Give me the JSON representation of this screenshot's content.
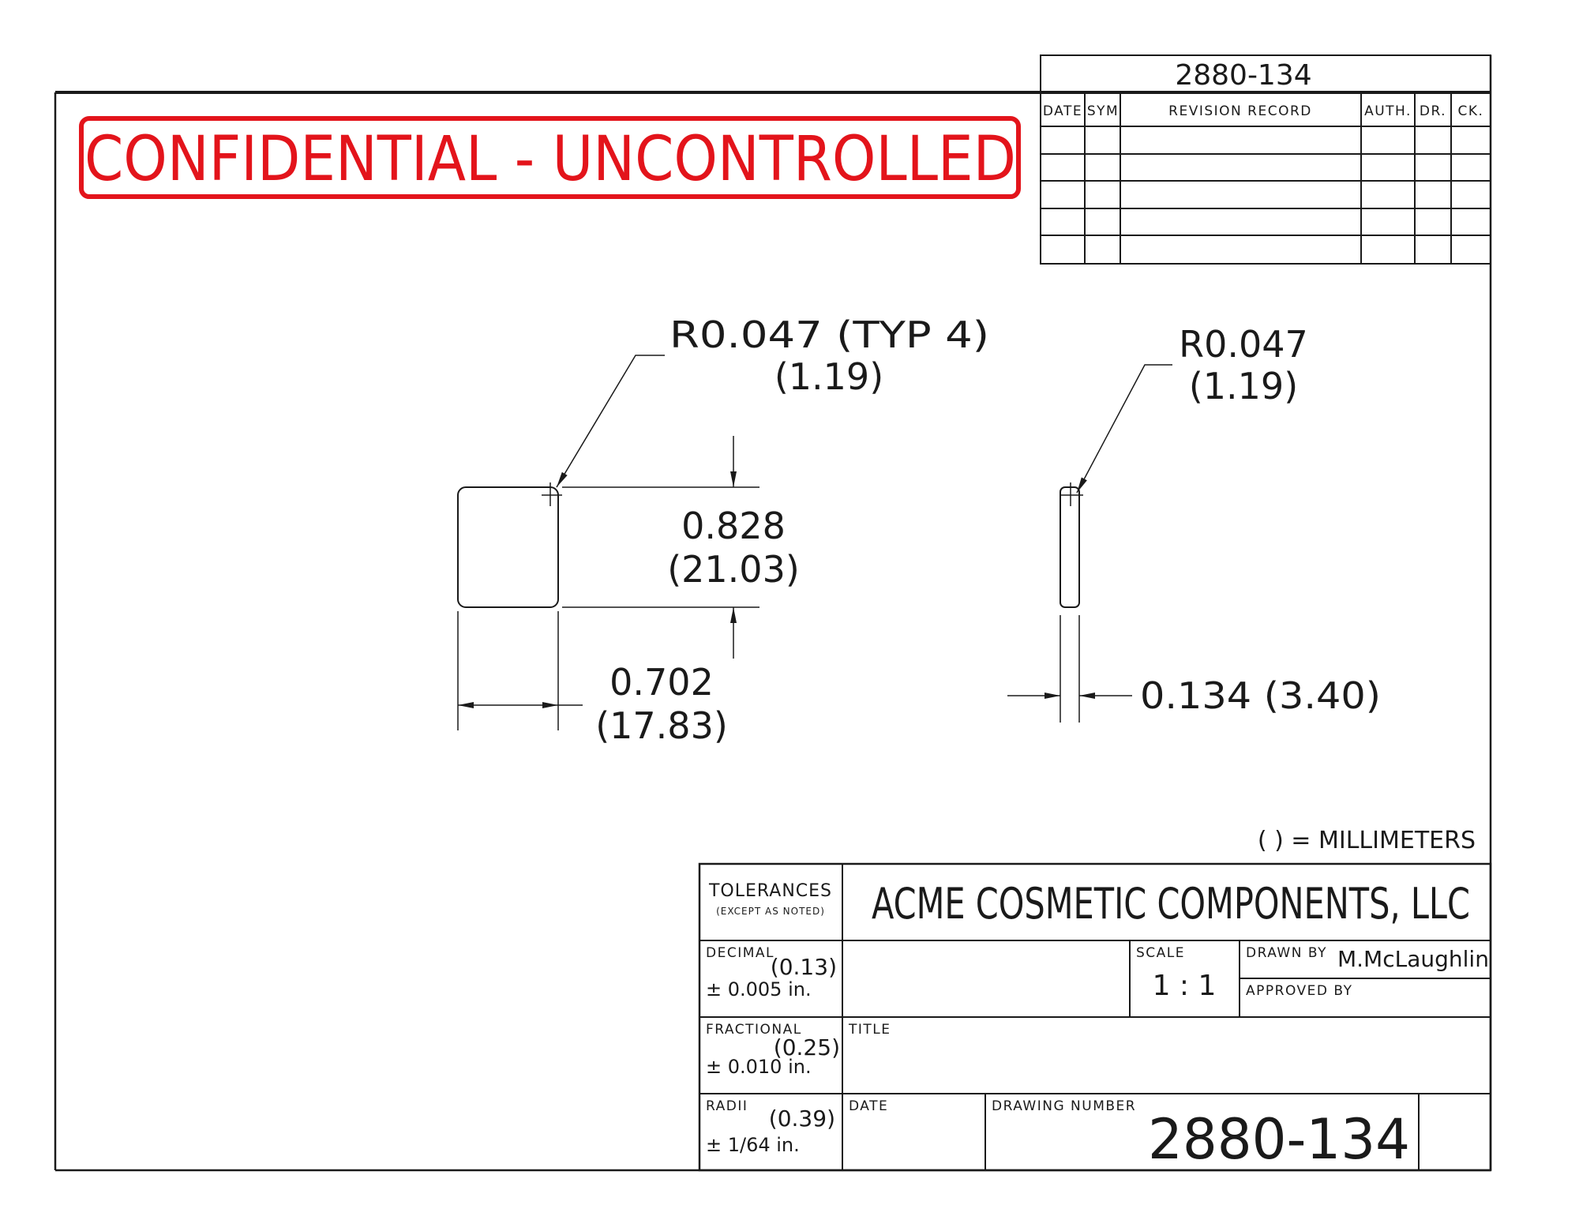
{
  "stamp": {
    "text": "CONFIDENTIAL - UNCONTROLLED",
    "color": "#e3141b"
  },
  "revision_block": {
    "drawing_number": "2880-134",
    "columns": [
      "DATE",
      "SYM",
      "REVISION RECORD",
      "AUTH.",
      "DR.",
      "CK."
    ],
    "rows": 5
  },
  "dimensions": {
    "corner_radius_typ": {
      "inch": "R0.047 (TYP 4)",
      "mm": "(1.19)"
    },
    "edge_radius": {
      "inch": "R0.047",
      "mm": "(1.19)"
    },
    "height": {
      "inch": "0.828",
      "mm": "(21.03)"
    },
    "width": {
      "inch": "0.702",
      "mm": "(17.83)"
    },
    "thickness": {
      "text": "0.134 (3.40)"
    }
  },
  "units_note": "( ) = MILLIMETERS",
  "title_block": {
    "company": "ACME COSMETIC COMPONENTS, LLC",
    "tolerances_label": "TOLERANCES",
    "except_label": "(EXCEPT AS NOTED)",
    "decimal": {
      "label": "DECIMAL",
      "mm": "(0.13)",
      "inch": "± 0.005 in."
    },
    "fractional": {
      "label": "FRACTIONAL",
      "mm": "(0.25)",
      "inch": "± 0.010 in."
    },
    "radii": {
      "label": "RADII",
      "mm": "(0.39)",
      "inch": "± 1/64 in."
    },
    "scale_label": "SCALE",
    "scale_value": "1 : 1",
    "drawn_by_label": "DRAWN BY",
    "drawn_by": "M.McLaughlin",
    "approved_by_label": "APPROVED BY",
    "title_label": "TITLE",
    "date_label": "DATE",
    "drawing_number_label": "DRAWING NUMBER",
    "drawing_number": "2880-134"
  }
}
